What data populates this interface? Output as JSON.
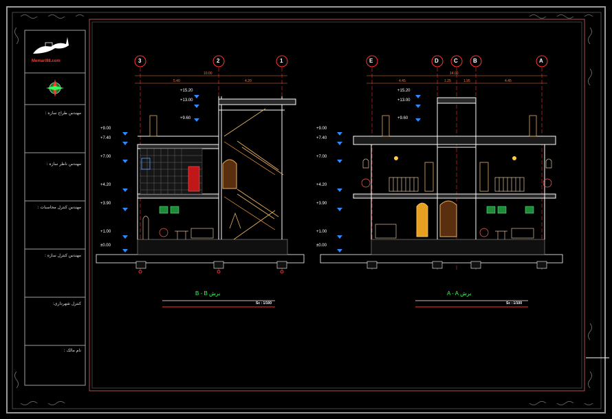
{
  "title_block": {
    "logo_url": "Memari98.com",
    "fields": [
      "مهندس طراح سازه :",
      "مهندس ناظر سازه :",
      "مهندس کنترل محاسبات :",
      "مهندس کنترل سازه :",
      "کنترل شهرداری:",
      "نام مالک :"
    ]
  },
  "section_left": {
    "axes": [
      "3",
      "2",
      "1"
    ],
    "dims_total": "10.00",
    "dims": [
      "5.40",
      "4.20"
    ],
    "levels_stair": [
      "+15.20",
      "+13.00",
      "+9.60"
    ],
    "levels": [
      "+9.00",
      "+7.40",
      "+7.00",
      "+4.20",
      "+3.90",
      "+1.00",
      "±0.00"
    ],
    "title": "برش B - B",
    "scale": "Sc : 1/100"
  },
  "section_right": {
    "axes": [
      "E",
      "D",
      "C",
      "B",
      "A"
    ],
    "dims_total": "14.00",
    "dims": [
      "4.45",
      "1.25",
      "1.95",
      "4.45"
    ],
    "levels_stair": [
      "+15.20",
      "+13.00",
      "+9.60"
    ],
    "levels": [
      "+9.00",
      "+7.40",
      "+7.00",
      "+4.20",
      "+3.90",
      "+1.00",
      "±0.00"
    ],
    "title": "برش A - A",
    "scale": "Sc : 1/100"
  },
  "colors": {
    "frame": "#8a8a8a",
    "axis": "#ff3030",
    "dims": "#ff7a3a",
    "wall": "#ffffff",
    "stair": "#e8b060",
    "level_marker": "#2a8cff",
    "title": "#36ff5a"
  }
}
